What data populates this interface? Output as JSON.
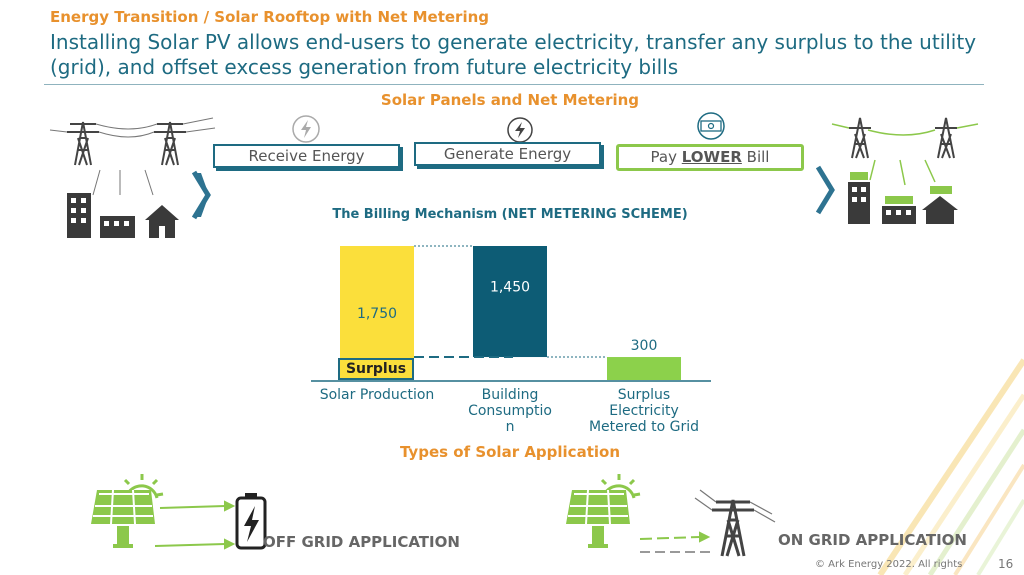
{
  "header": {
    "kicker": "Energy Transition / Solar Rooftop with Net Metering",
    "headline": "Installing Solar PV allows end-users to generate electricity, transfer any surplus to the utility (grid), and offset excess generation from future electricity bills"
  },
  "panels_section": {
    "title": "Solar Panels and Net Metering",
    "steps": [
      {
        "label": "Receive Energy",
        "icon": "lightning-circle-icon"
      },
      {
        "label": "Generate Energy",
        "icon": "lightning-circle-icon"
      },
      {
        "label_pre": "Pay ",
        "label_em": "LOWER",
        "label_post": " Bill",
        "icon": "bill-icon"
      }
    ]
  },
  "chart_data": {
    "type": "bar",
    "title": "The Billing Mechanism (NET METERING SCHEME)",
    "categories": [
      "Solar Production",
      "Building Consumption",
      "Surplus Electricity Metered to Grid"
    ],
    "category_display": [
      "Solar Production",
      "Building\nConsumptio\nn",
      "Surplus\nElectricity\nMetered to Grid"
    ],
    "values": [
      1750,
      1450,
      300
    ],
    "value_labels": [
      "1,750",
      "1,450",
      "300"
    ],
    "colors": [
      "#fbdf3b",
      "#0d5c75",
      "#8cd14b"
    ],
    "segment_label": "Surplus",
    "ylim": [
      0,
      1750
    ],
    "grid": false
  },
  "types_section": {
    "title": "Types of Solar Application",
    "off_grid_label": "OFF GRID APPLICATION",
    "on_grid_label": "ON GRID APPLICATION"
  },
  "footer": {
    "copyright": "© Ark Energy 2022. All rights",
    "page_number": "16"
  },
  "colors": {
    "orange": "#e8912d",
    "teal": "#1e6b82",
    "green": "#8cc84b",
    "dark": "#3a3a3a"
  }
}
